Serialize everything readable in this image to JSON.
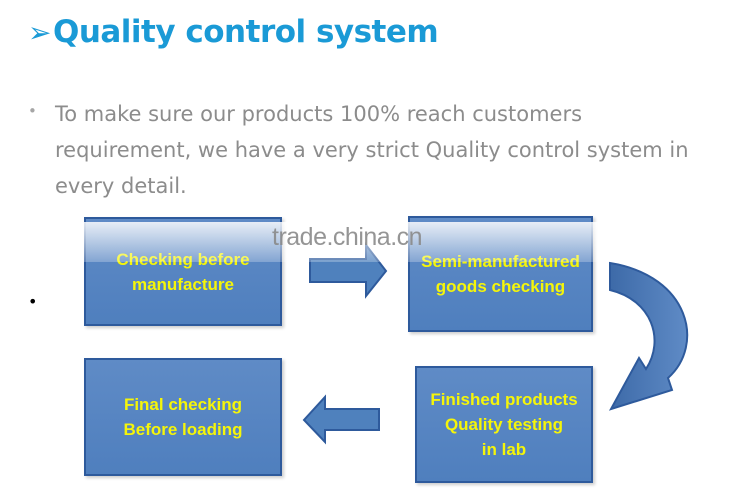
{
  "title": {
    "marker": "➢",
    "text": "Quality control system"
  },
  "intro": {
    "text": "To make sure our products 100% reach customers requirement, we have a very strict Quality control system in every detail."
  },
  "steps": [
    {
      "label": "Checking before\nmanufacture"
    },
    {
      "label": "Semi-manufactured\ngoods checking"
    },
    {
      "label": "Finished products\nQuality testing\nin  lab"
    },
    {
      "label": "Final checking\nBefore loading"
    }
  ],
  "watermark": "trade.china.cn",
  "colors": {
    "title": "#1a9ad6",
    "box_fill": "#4f81bd",
    "box_text": "#f5f50a",
    "arrow_fill": "#4f81bd"
  }
}
